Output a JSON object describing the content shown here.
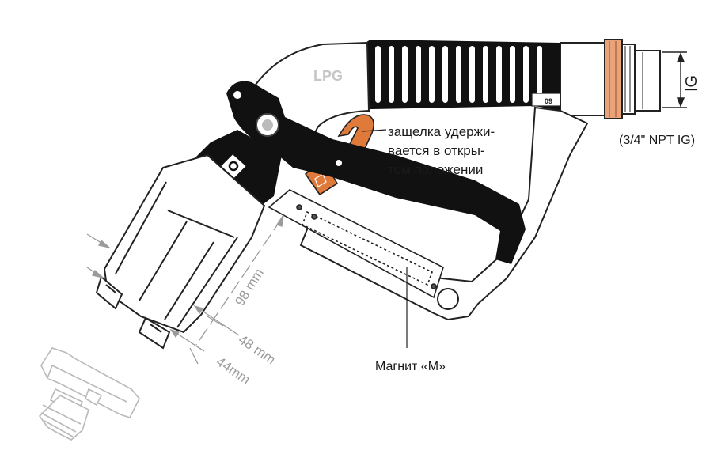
{
  "labels": {
    "latch_line1": "защелка удержи-",
    "latch_line2": "вается в откры-",
    "latch_line3": "том положении",
    "thread": "(3/4\" NPT IG)",
    "ig": "IG",
    "magnet": "Магнит «М»",
    "lpg": "LPG",
    "handle_mark": "09"
  },
  "dimensions": {
    "d98": "98 mm",
    "d48": "48 mm",
    "d44": "44mm"
  },
  "colors": {
    "accent_orange": "#e07a3a",
    "brass": "#e9a37a",
    "black": "#111111",
    "outline": "#222222",
    "dimension_gray": "#9b9b9b",
    "ghost_gray": "#b9b9b9"
  }
}
